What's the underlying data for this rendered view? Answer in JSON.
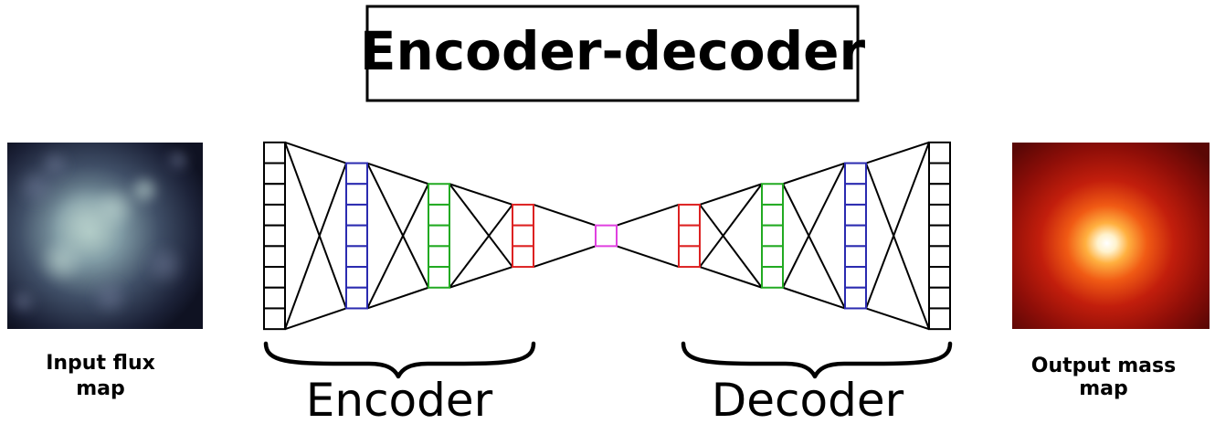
{
  "title": "Encoder-decoder",
  "input": {
    "caption_line1": "Input flux",
    "caption_line2": "map"
  },
  "output": {
    "caption_line1": "Output mass",
    "caption_line2": "map"
  },
  "sections": {
    "encoder": "Encoder",
    "decoder": "Decoder"
  },
  "colors": {
    "outer_layer": "#000000",
    "layer_2": "#2b2bb0",
    "layer_3": "#22aa22",
    "layer_4": "#dd2222",
    "bottleneck": "#e040e0"
  },
  "network": {
    "layers": [
      {
        "name": "encoder-input-layer",
        "cells": 9,
        "color_key": "outer_layer"
      },
      {
        "name": "encoder-layer-2",
        "cells": 7,
        "color_key": "layer_2"
      },
      {
        "name": "encoder-layer-3",
        "cells": 5,
        "color_key": "layer_3"
      },
      {
        "name": "encoder-layer-4",
        "cells": 3,
        "color_key": "layer_4"
      },
      {
        "name": "bottleneck-layer",
        "cells": 1,
        "color_key": "bottleneck"
      },
      {
        "name": "decoder-layer-4",
        "cells": 3,
        "color_key": "layer_4"
      },
      {
        "name": "decoder-layer-3",
        "cells": 5,
        "color_key": "layer_3"
      },
      {
        "name": "decoder-layer-2",
        "cells": 7,
        "color_key": "layer_2"
      },
      {
        "name": "decoder-output-layer",
        "cells": 9,
        "color_key": "outer_layer"
      }
    ]
  }
}
